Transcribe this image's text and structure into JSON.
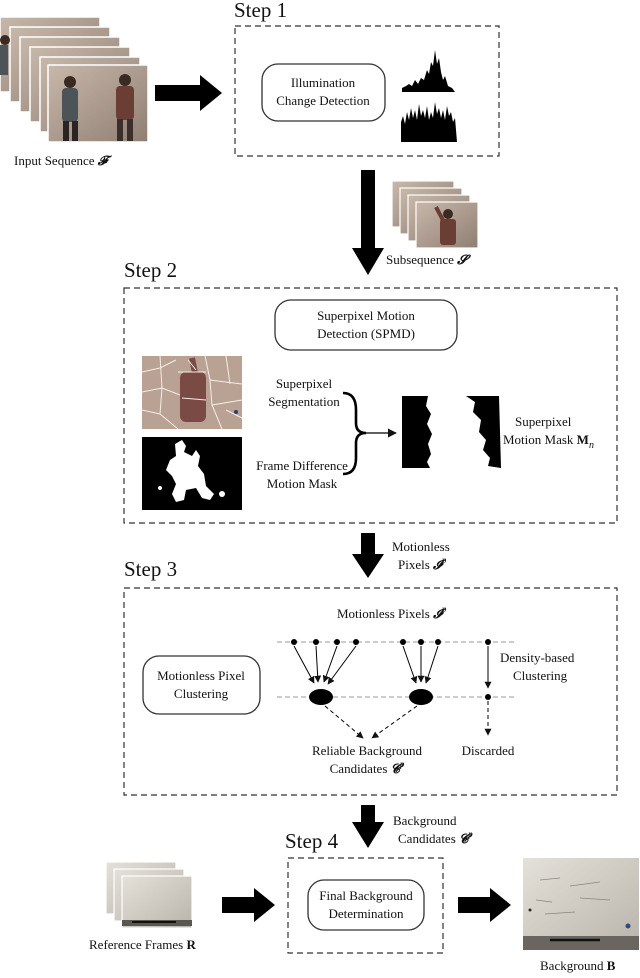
{
  "steps": {
    "step1": "Step 1",
    "step2": "Step 2",
    "step3": "Step 3",
    "step4": "Step 4"
  },
  "input": {
    "label": "Input Sequence",
    "symbol": "𝓕"
  },
  "step1_box": {
    "line1": "Illumination",
    "line2": "Change Detection"
  },
  "subsequence": {
    "label": "Subsequence",
    "symbol": "𝓢"
  },
  "spmd": {
    "line1": "Superpixel Motion",
    "line2": "Detection (SPMD)",
    "seg_line1": "Superpixel",
    "seg_line2": "Segmentation",
    "fd_line1": "Frame Difference",
    "fd_line2": "Motion Mask",
    "mask_line1": "Superpixel",
    "mask_line2": "Motion Mask",
    "mask_symbol": "M",
    "mask_sub": "n"
  },
  "between23": {
    "line1": "Motionless",
    "line2": "Pixels",
    "symbol": "𝓘",
    "sup": "p"
  },
  "step3_box": {
    "title": "Motionless Pixels",
    "title_symbol": "𝓘",
    "title_sup": "p",
    "cluster_line1": "Motionless Pixel",
    "cluster_line2": "Clustering",
    "density_line1": "Density-based",
    "density_line2": "Clustering",
    "reliable_line1": "Reliable Background",
    "reliable_line2": "Candidates",
    "reliable_symbol": "𝓒",
    "reliable_sup": "p",
    "discarded": "Discarded"
  },
  "between34": {
    "line1": "Background",
    "line2": "Candidates",
    "symbol": "𝓒",
    "sup": "p"
  },
  "step4_box": {
    "line1": "Final Background",
    "line2": "Determination"
  },
  "reference": {
    "label": "Reference Frames",
    "symbol": "R"
  },
  "output": {
    "label": "Background",
    "symbol": "B"
  }
}
